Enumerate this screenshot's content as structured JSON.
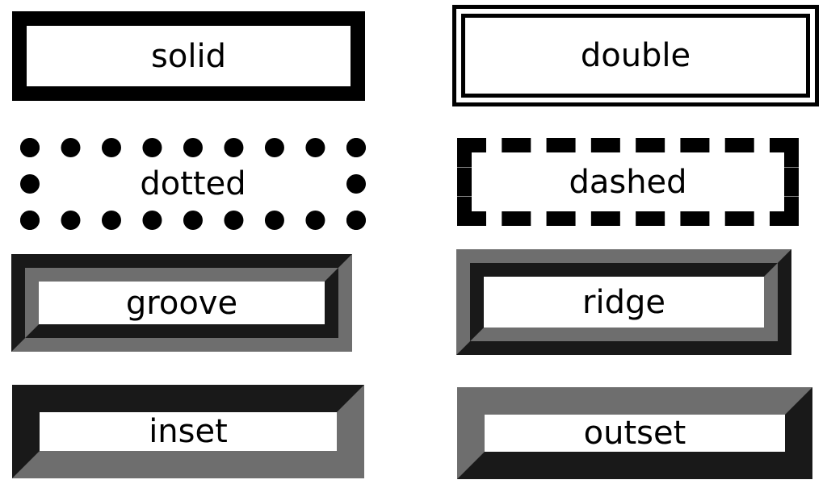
{
  "borders": [
    {
      "id": "solid",
      "label": "solid"
    },
    {
      "id": "double",
      "label": "double"
    },
    {
      "id": "dotted",
      "label": "dotted"
    },
    {
      "id": "dashed",
      "label": "dashed"
    },
    {
      "id": "groove",
      "label": "groove"
    },
    {
      "id": "ridge",
      "label": "ridge"
    },
    {
      "id": "inset",
      "label": "inset"
    },
    {
      "id": "outset",
      "label": "outset"
    }
  ],
  "colors": {
    "line": "#000000",
    "shade": "#6e6e6e",
    "background": "#ffffff"
  }
}
